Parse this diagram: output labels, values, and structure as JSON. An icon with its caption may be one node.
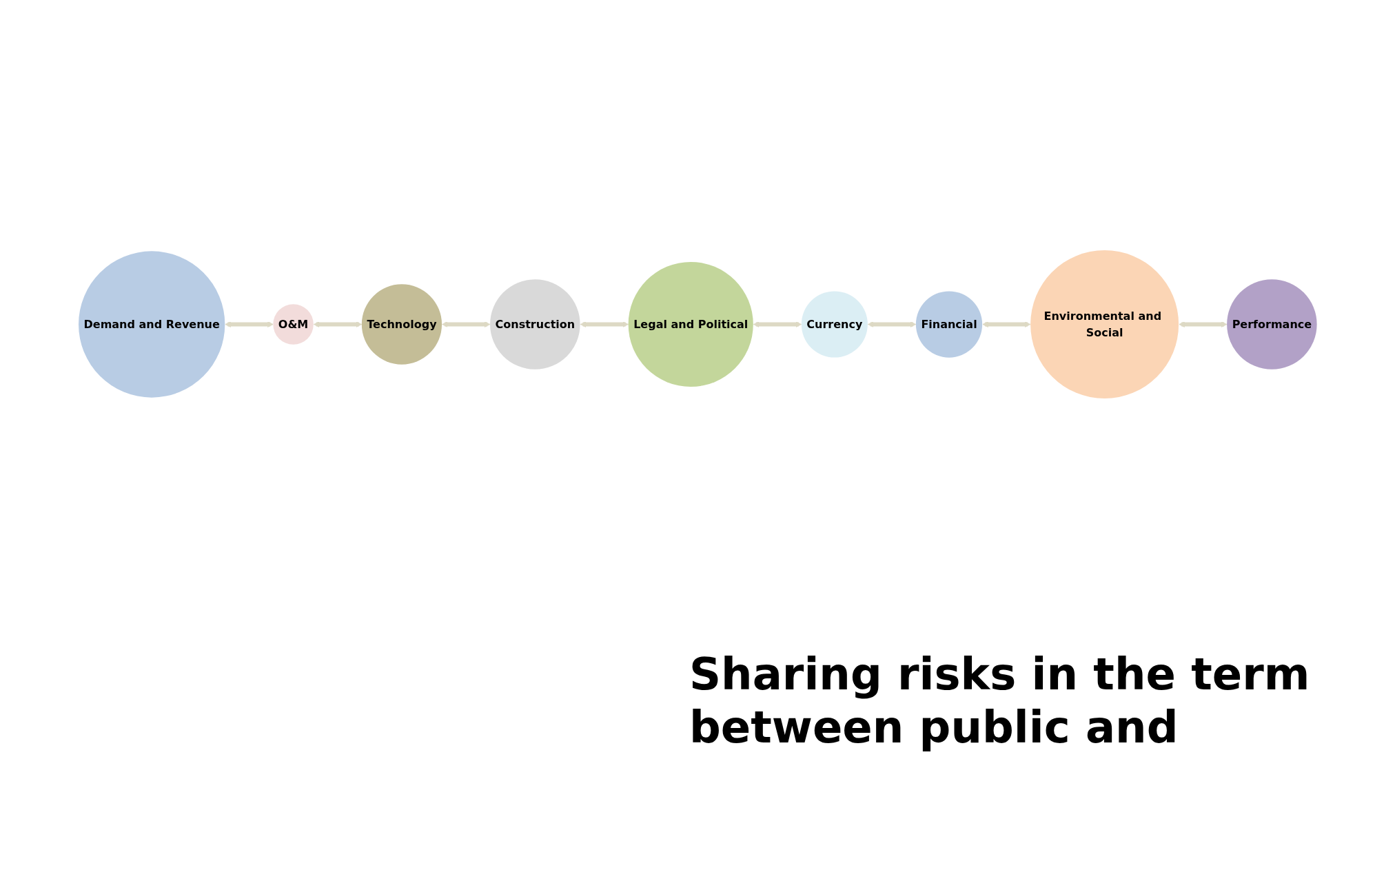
{
  "diagram": {
    "nodes": [
      {
        "text": [
          "Demand and Revenue"
        ]
      },
      {
        "text": [
          "Currency"
        ]
      },
      {
        "text": [
          "Financial"
        ]
      },
      {
        "text": [
          "O&M"
        ]
      },
      {
        "text": [
          "Legal and Political"
        ]
      },
      {
        "text": [
          "Environmental and Social"
        ]
      },
      {
        "text": [
          "Performance"
        ]
      },
      {
        "text": [
          "Technology"
        ]
      },
      {
        "text": [
          "Construction"
        ]
      }
    ],
    "edges": [
      {
        "from": 0,
        "to": 3,
        "arrow": "both"
      },
      {
        "from": 3,
        "to": 7,
        "arrow": "both"
      },
      {
        "from": 7,
        "to": 8,
        "arrow": "both"
      },
      {
        "from": 8,
        "to": 4,
        "arrow": "both"
      },
      {
        "from": 4,
        "to": 1,
        "arrow": "both"
      },
      {
        "from": 1,
        "to": 2,
        "arrow": "both"
      },
      {
        "from": 2,
        "to": 5,
        "arrow": "both"
      },
      {
        "from": 5,
        "to": 6,
        "arrow": "both"
      }
    ],
    "labels": [
      "Sharing risks in the term between public and"
    ]
  }
}
